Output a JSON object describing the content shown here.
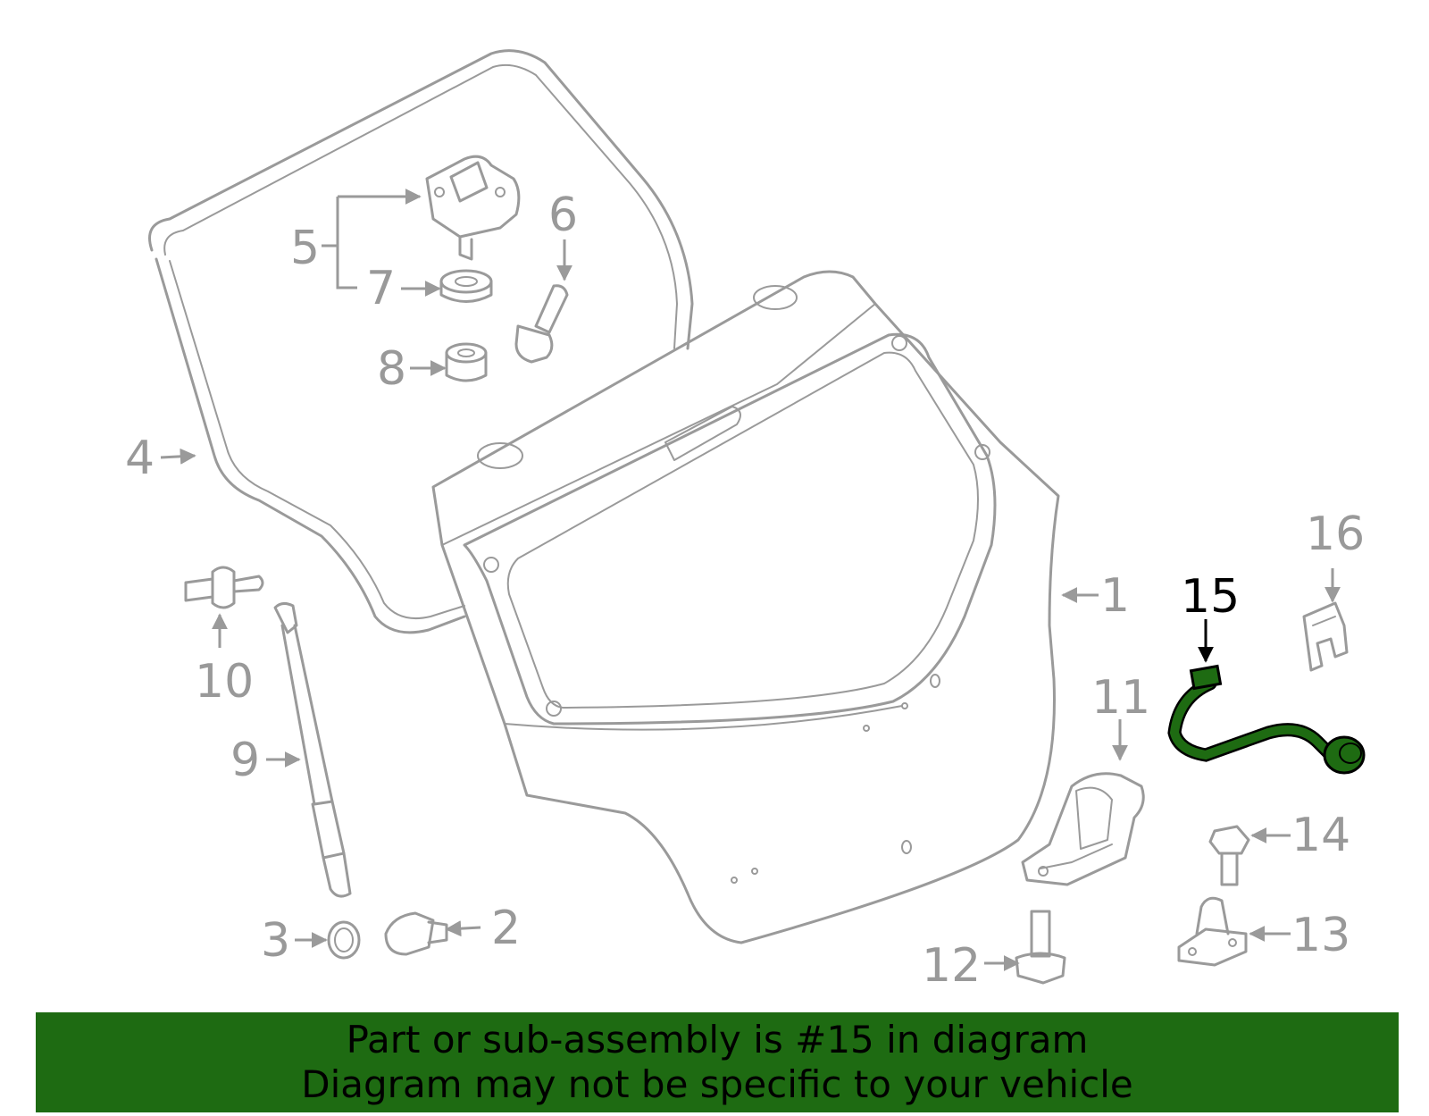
{
  "highlight_color": "#1e6b12",
  "highlight_part": "15",
  "callouts": [
    {
      "id": "p1",
      "text": "1"
    },
    {
      "id": "p2",
      "text": "2"
    },
    {
      "id": "p3",
      "text": "3"
    },
    {
      "id": "p4",
      "text": "4"
    },
    {
      "id": "p5",
      "text": "5"
    },
    {
      "id": "p6",
      "text": "6"
    },
    {
      "id": "p7",
      "text": "7"
    },
    {
      "id": "p8",
      "text": "8"
    },
    {
      "id": "p9",
      "text": "9"
    },
    {
      "id": "p10",
      "text": "10"
    },
    {
      "id": "p11",
      "text": "11"
    },
    {
      "id": "p12",
      "text": "12"
    },
    {
      "id": "p13",
      "text": "13"
    },
    {
      "id": "p14",
      "text": "14"
    },
    {
      "id": "p15",
      "text": "15"
    },
    {
      "id": "p16",
      "text": "16"
    }
  ],
  "banner": {
    "line1": "Part or sub-assembly is #15 in diagram",
    "line2": "Diagram may not be specific to your vehicle"
  }
}
